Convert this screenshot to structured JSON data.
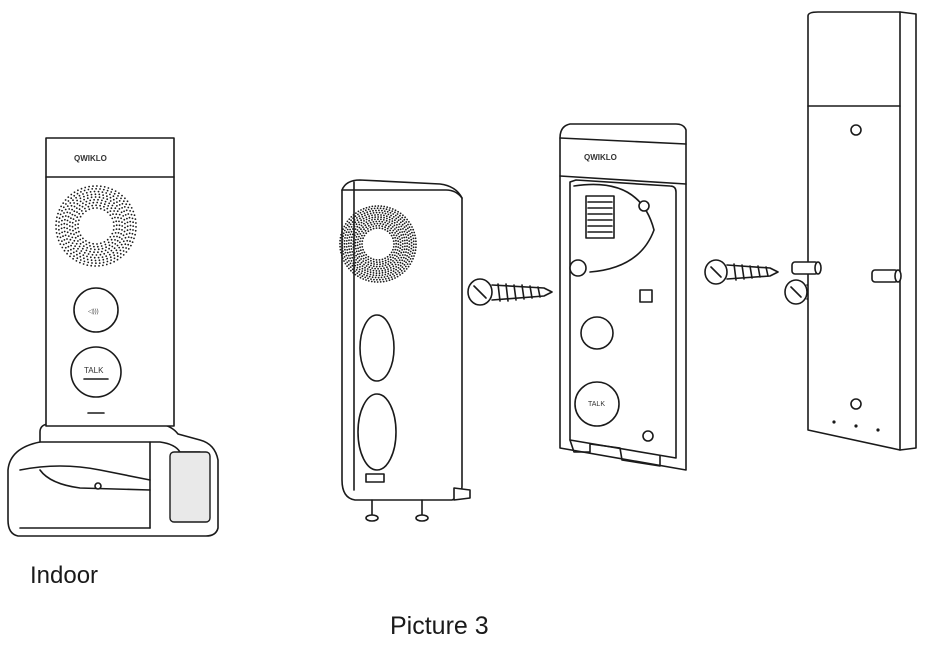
{
  "labels": {
    "indoor": "Indoor",
    "caption": "Picture 3"
  },
  "device": {
    "brand": "QWIKLO",
    "talk_button": "TALK"
  },
  "colors": {
    "ink": "#1a1a1a",
    "background": "#ffffff",
    "shade": "#e9e9e9"
  }
}
